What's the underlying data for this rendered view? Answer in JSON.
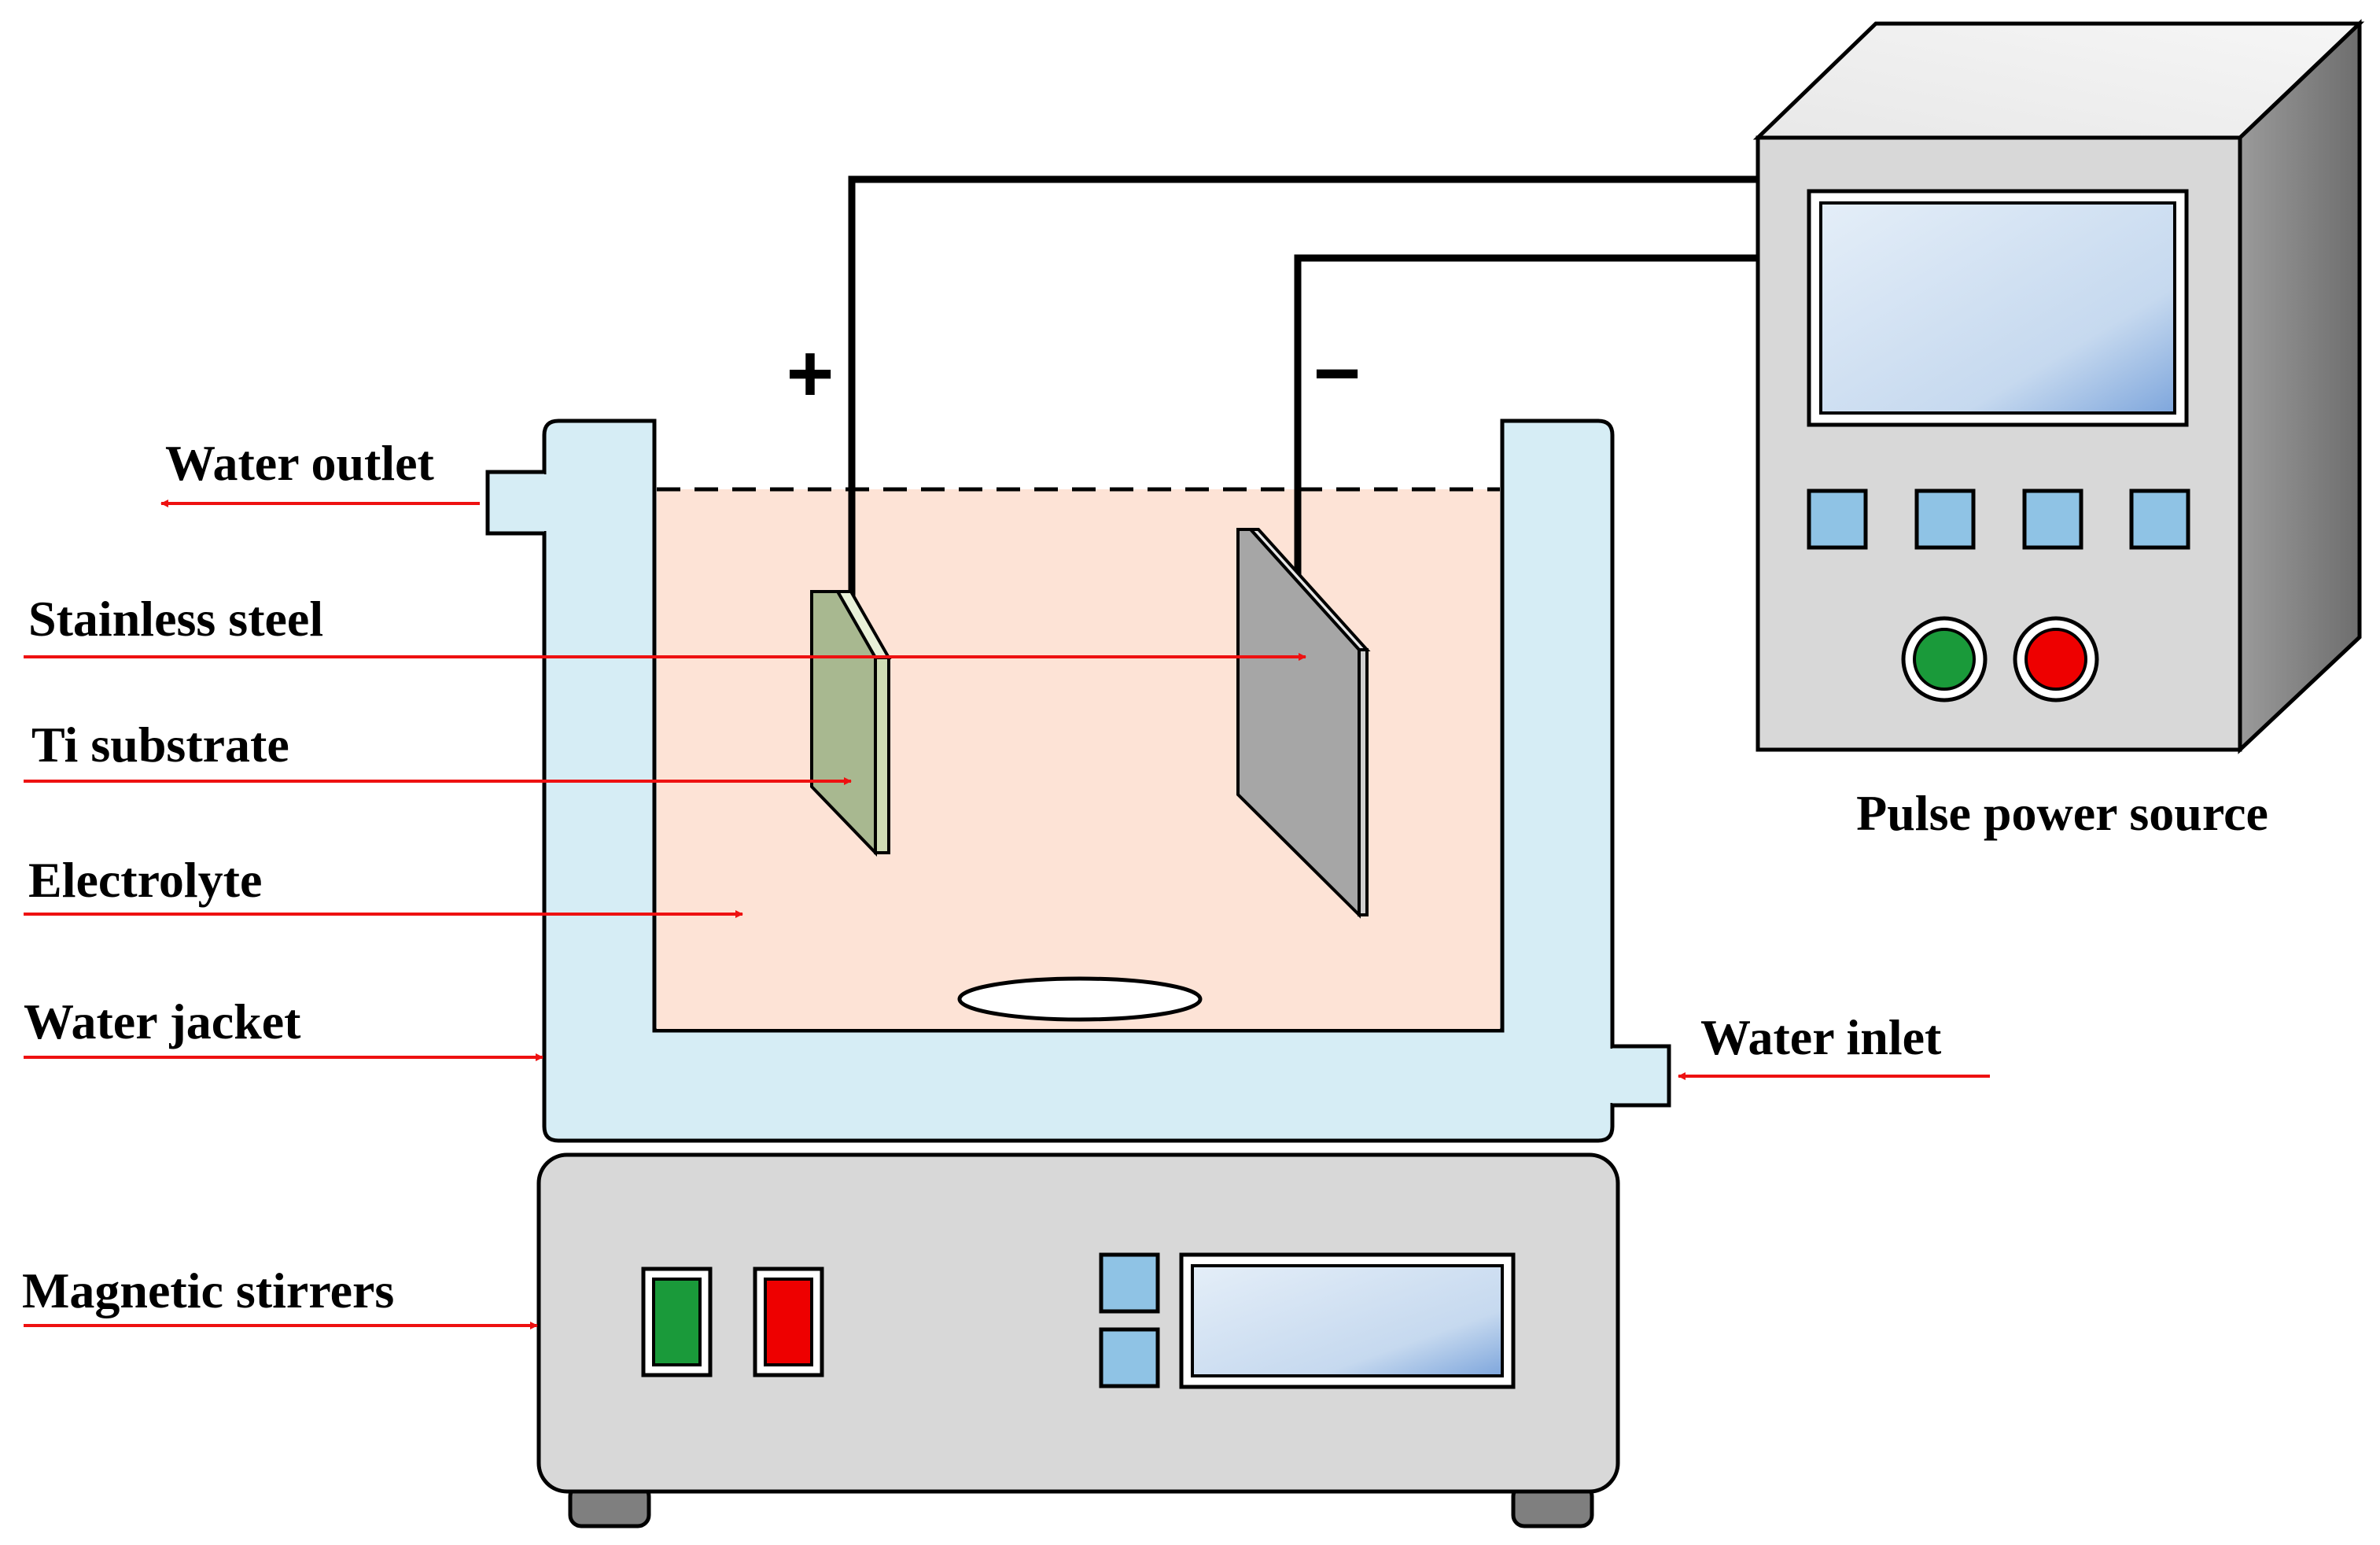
{
  "labels": {
    "water_outlet": "Water outlet",
    "stainless_steel": "Stainless steel",
    "ti_substrate": "Ti substrate",
    "electrolyte": "Electrolyte",
    "water_jacket": "Water jacket",
    "magnetic_stirrers": "Magnetic stirrers",
    "water_inlet": "Water inlet",
    "pulse_power_source": "Pulse power source"
  },
  "polarity": {
    "positive": "+",
    "negative": "−"
  },
  "colors": {
    "arrow": "#ee1111",
    "water_jacket": "#d6edf5",
    "electrolyte": "#fde3d6",
    "ti_substrate": "#a8b890",
    "stainless_steel": "#a6a6a6",
    "device_body": "#d8d8d8",
    "device_screen": "#c8ddf2",
    "button_blue": "#8fc3e5",
    "button_green": "#1a9a3a",
    "button_red": "#ee0000"
  }
}
